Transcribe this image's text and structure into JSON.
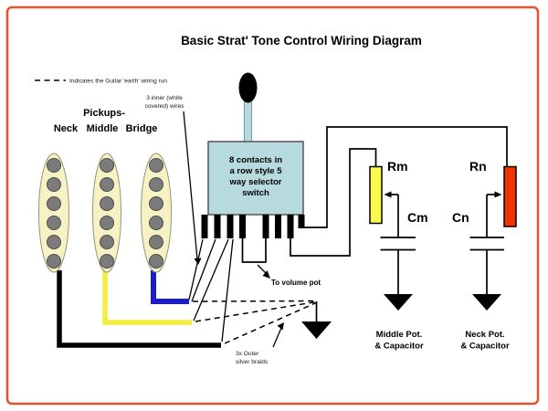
{
  "title": "Basic Strat' Tone Control Wiring Diagram",
  "legend": {
    "earth_run": "Indicates the Guitar 'earth' wiring run"
  },
  "pickups": {
    "heading": "Pickups-",
    "neck": "Neck",
    "middle": "Middle",
    "bridge": "Bridge"
  },
  "switch": {
    "lines": [
      "8 contacts in",
      "a row style 5",
      "way selector",
      "switch"
    ]
  },
  "annotations": {
    "inner_wires": [
      "3 inner (white",
      "covered) wires"
    ],
    "to_volume_pot": "To volume pot",
    "outer_braids": [
      "3x Outer",
      "silver braids"
    ]
  },
  "tone_network": {
    "rm": "Rm",
    "rn": "Rn",
    "cm": "Cm",
    "cn": "Cn",
    "middle_pot": [
      "Middle Pot.",
      "& Capacitor"
    ],
    "neck_pot": [
      "Neck Pot.",
      "& Capacitor"
    ]
  },
  "colors": {
    "border": "#e8512c",
    "switch_body": "#b7dade",
    "pickup_body": "#f7f2c4",
    "pole_piece": "#7b7b7b",
    "wire_red": "#ee3a10",
    "wire_yellow": "#f5ee3e",
    "wire_blue": "#1b1bd0",
    "pot_rm": "#fdfa4e",
    "pot_rn": "#ee3200"
  }
}
